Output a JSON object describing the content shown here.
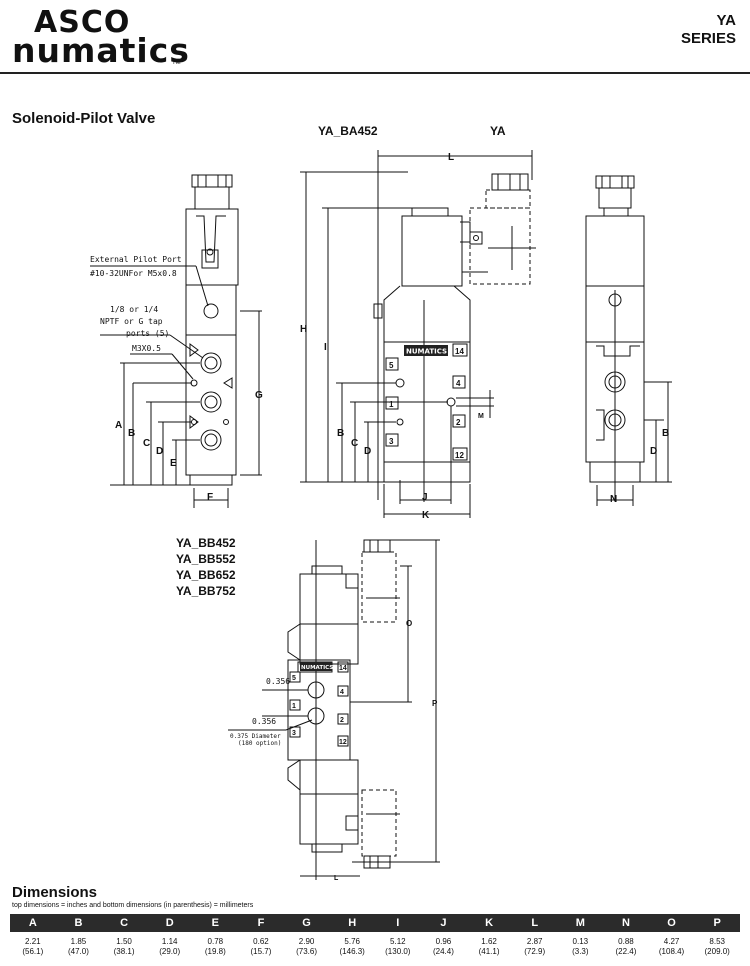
{
  "brand": {
    "line1": "ASCO",
    "line2": "numatics",
    "tm": "TM"
  },
  "series": {
    "line1": "YA",
    "line2": "SERIES"
  },
  "section_title": "Solenoid-Pilot Valve",
  "models": {
    "top_center": "YA_BA452",
    "top_right": "YA",
    "bottom": [
      "YA_BB452",
      "YA_BB552",
      "YA_BB652",
      "YA_BB752"
    ]
  },
  "annotations": {
    "ext_pilot_1": "External Pilot Port",
    "ext_pilot_2": "#10-32UNFor M5x0.8",
    "tap_1": "1/8 or 1/4",
    "tap_2": "NPTF or G tap",
    "tap_3": "ports (5)",
    "m3": "M3X0.5",
    "dim_0356_a": "0.356",
    "dim_0356_b": "0.356",
    "diam_1": "0.375 Diameter",
    "diam_2": "(180 option)",
    "nameplate": "NUMATICS"
  },
  "port_labels": [
    "5",
    "14",
    "4",
    "1",
    "2",
    "3",
    "12"
  ],
  "dim_letters": [
    "A",
    "B",
    "C",
    "D",
    "E",
    "F",
    "G",
    "H",
    "I",
    "J",
    "K",
    "L",
    "M",
    "N",
    "O",
    "P"
  ],
  "dimensions": {
    "title": "Dimensions",
    "note": "top dimensions = inches and bottom dimensions (in parenthesis) = millimeters",
    "headers": [
      "A",
      "B",
      "C",
      "D",
      "E",
      "F",
      "G",
      "H",
      "I",
      "J",
      "K",
      "L",
      "M",
      "N",
      "O",
      "P"
    ],
    "inches": [
      "2.21",
      "1.85",
      "1.50",
      "1.14",
      "0.78",
      "0.62",
      "2.90",
      "5.76",
      "5.12",
      "0.96",
      "1.62",
      "2.87",
      "0.13",
      "0.88",
      "4.27",
      "8.53"
    ],
    "mm": [
      "(56.1)",
      "(47.0)",
      "(38.1)",
      "(29.0)",
      "(19.8)",
      "(15.7)",
      "(73.6)",
      "(146.3)",
      "(130.0)",
      "(24.4)",
      "(41.1)",
      "(72.9)",
      "(3.3)",
      "(22.4)",
      "(108.4)",
      "(209.0)"
    ]
  }
}
